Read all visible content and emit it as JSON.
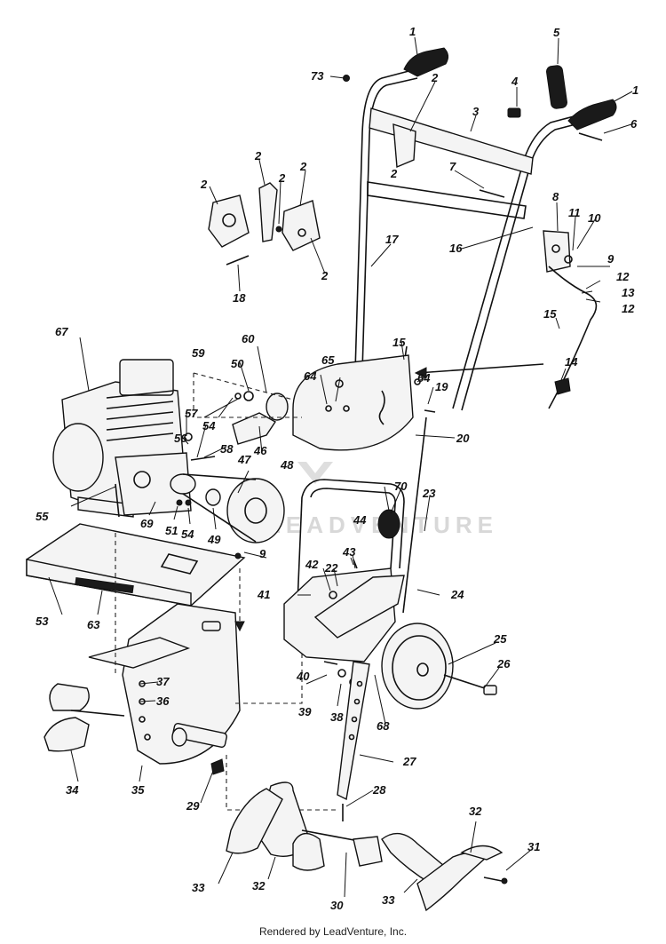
{
  "footer": "Rendered by LeadVenture, Inc.",
  "watermark": "LEADVENTURE",
  "callouts": [
    "1",
    "1",
    "2",
    "2",
    "2",
    "2",
    "2",
    "2",
    "2",
    "3",
    "4",
    "5",
    "6",
    "7",
    "8",
    "9",
    "9",
    "10",
    "11",
    "12",
    "12",
    "13",
    "14",
    "15",
    "15",
    "16",
    "17",
    "18",
    "19",
    "20",
    "22",
    "23",
    "24",
    "25",
    "26",
    "27",
    "28",
    "29",
    "30",
    "31",
    "32",
    "32",
    "33",
    "33",
    "34",
    "35",
    "36",
    "37",
    "38",
    "39",
    "40",
    "41",
    "42",
    "43",
    "44",
    "46",
    "47",
    "48",
    "49",
    "50",
    "51",
    "53",
    "54",
    "54",
    "55",
    "56",
    "57",
    "58",
    "59",
    "60",
    "63",
    "64",
    "64",
    "65",
    "67",
    "68",
    "69",
    "70",
    "73"
  ]
}
